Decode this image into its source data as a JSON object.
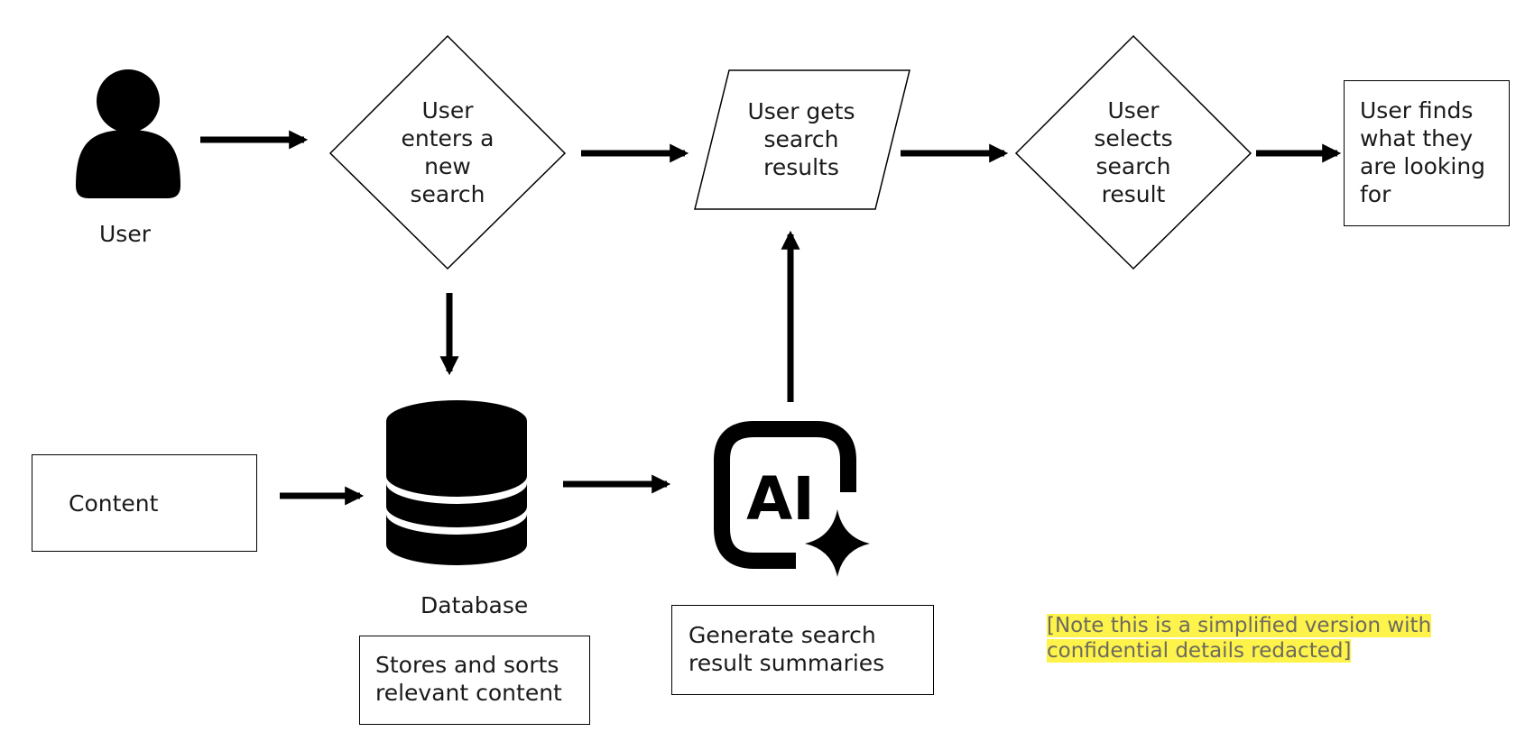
{
  "nodes": {
    "user_label": "User",
    "enters_search": "User enters a new search",
    "gets_results": "User gets search results",
    "selects_result": "User selects search result",
    "finds": "User finds what they are looking for",
    "content": "Content",
    "database_label": "Database",
    "stores": "Stores and sorts relevant content",
    "ai_text": "AI",
    "generate": "Generate search result summaries"
  },
  "note": "[Note this is a simplified version with confidential details redacted]",
  "icons": {
    "user": "person-icon",
    "database": "database-icon",
    "ai": "ai-sparkle-icon"
  },
  "colors": {
    "stroke": "#000000",
    "note_highlight": "#fdf34a",
    "note_text": "#6d6a5f"
  }
}
